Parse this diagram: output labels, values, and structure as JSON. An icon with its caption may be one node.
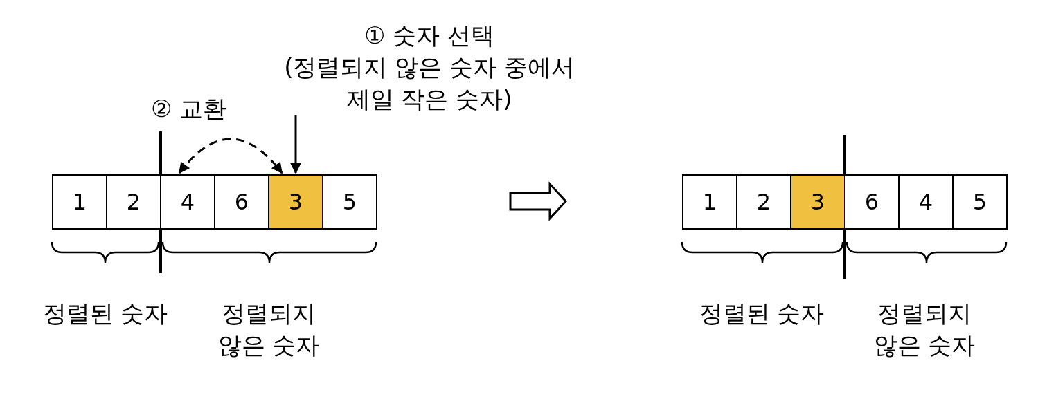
{
  "diagram": {
    "nodes": [
      {
        "text": [],
        "shape": "box"
      },
      {
        "text": [
          "1"
        ],
        "in": 0
      },
      {
        "text": [
          "2"
        ],
        "in": 0
      },
      {
        "text": [
          "4"
        ],
        "in": 0
      },
      {
        "text": [
          "6"
        ],
        "in": 0
      },
      {
        "text": [
          "3"
        ],
        "in": 0
      },
      {
        "text": [
          "5"
        ],
        "in": 0
      },
      {
        "text": [],
        "shape": "box"
      },
      {
        "text": [
          "1"
        ],
        "in": 7
      },
      {
        "text": [
          "2"
        ],
        "in": 7
      },
      {
        "text": [
          "3"
        ],
        "in": 7
      },
      {
        "text": [
          "6"
        ],
        "in": 7
      },
      {
        "text": [
          "4"
        ],
        "in": 7
      },
      {
        "text": [
          "5"
        ],
        "in": 7
      },
      {
        "text": [
          "① 숫자 선택",
          "(정렬되지 않은 숫자 중에서 제일 작은 숫자)"
        ]
      }
    ],
    "edges": [
      {
        "from": 14,
        "to": 5,
        "arrow": "to"
      },
      {
        "from": 3,
        "to": 5,
        "arrow": "both",
        "style": "dashed",
        "label": "② 교환"
      }
    ],
    "labels": [
      "정렬된 숫자",
      "정렬되지 않은 숫자",
      "정렬된 숫자",
      "정렬되지 않은 숫자"
    ]
  }
}
